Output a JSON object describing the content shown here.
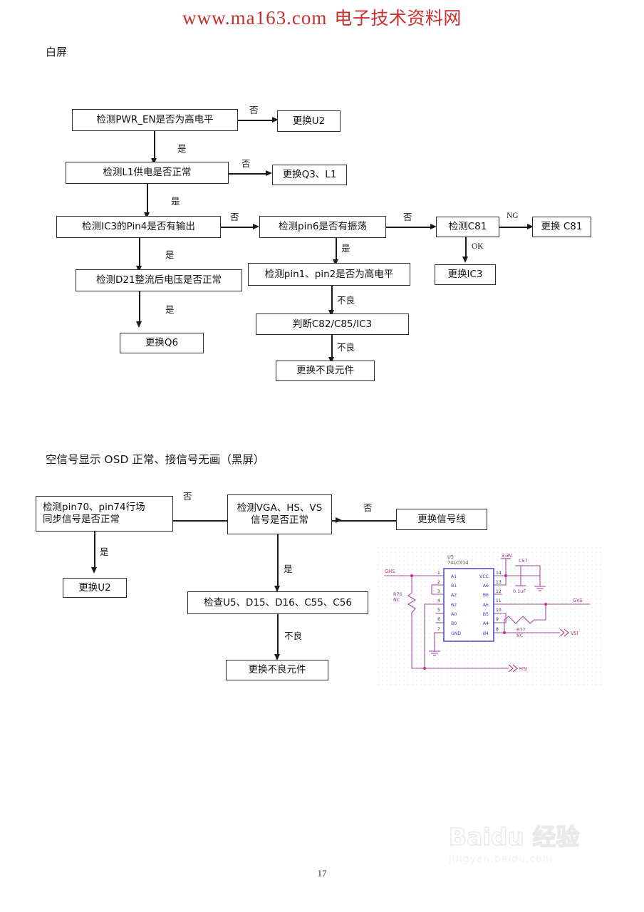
{
  "header": {
    "url": "www.ma163.com",
    "site_name": "电子技术资料网",
    "color": "#c7302b"
  },
  "sections": [
    {
      "title": "白屏"
    },
    {
      "title": "空信号显示 OSD 正常、接信号无画（黑屏）"
    }
  ],
  "flowchart1": {
    "nodes": {
      "pwr_en": "检测PWR_EN是否为高电平",
      "replace_u2": "更换U2",
      "l1_power": "检测L1供电是否正常",
      "replace_q3_l1": "更换Q3、L1",
      "ic3_pin4": "检测IC3的Pin4是否有输出",
      "pin6_osc": "检测pin6是否有振荡",
      "check_c81": "检测C81",
      "replace_c81": "更换 C81",
      "replace_ic3": "更换IC3",
      "d21_volt": "检测D21整流后电压是否正常",
      "pin1_pin2": "检测pin1、pin2是否为高电平",
      "replace_q6": "更换Q6",
      "judge_c82": "判断C82/C85/IC3",
      "replace_bad": "更换不良元件"
    },
    "edges": {
      "no_1": "否",
      "yes_1": "是",
      "no_2": "否",
      "yes_2": "是",
      "no_3": "否",
      "yes_3": "是",
      "no_4": "否",
      "yes_4": "是",
      "yes_5": "是",
      "ng": "NG",
      "ok": "OK",
      "bad_1": "不良",
      "bad_2": "不良"
    }
  },
  "flowchart2": {
    "nodes": {
      "pin70_pin74": "检测pin70、pin74行场\n同步信号是否正常",
      "vga_hs_vs": "检测VGA、HS、VS\n信号是否正常",
      "replace_cable": "更换信号线",
      "replace_u2": "更换U2",
      "check_parts": "检查U5、D15、D16、C55、C56",
      "replace_bad": "更换不良元件"
    },
    "edges": {
      "no_1": "否",
      "no_2": "否",
      "yes_1": "是",
      "yes_2": "是",
      "bad_1": "不良"
    }
  },
  "schematic": {
    "ic": {
      "refdes": "U5",
      "part": "74LCX14"
    },
    "left_pins": [
      {
        "num": "1",
        "name": "A1"
      },
      {
        "num": "2",
        "name": "B1"
      },
      {
        "num": "3",
        "name": "A2"
      },
      {
        "num": "4",
        "name": "B2"
      },
      {
        "num": "5",
        "name": "A0"
      },
      {
        "num": "6",
        "name": "B0"
      },
      {
        "num": "7",
        "name": "GND"
      }
    ],
    "right_pins": [
      {
        "num": "14",
        "name": "VCC"
      },
      {
        "num": "13",
        "name": "A6"
      },
      {
        "num": "12",
        "name": "B6"
      },
      {
        "num": "11",
        "name": "A6"
      },
      {
        "num": "10",
        "name": "B5"
      },
      {
        "num": "9",
        "name": "A4"
      },
      {
        "num": "8",
        "name": "B4"
      }
    ],
    "components": [
      {
        "refdes": "R76",
        "value": "NC"
      },
      {
        "refdes": "R77",
        "value": "NC"
      },
      {
        "refdes": "C57",
        "value": "0.1uF"
      }
    ],
    "nets": [
      "GHS",
      "GVS",
      "HSI",
      "VSI"
    ],
    "power": "3.3V",
    "wire_color": "#a64ca6",
    "ic_outline_color": "#3b3bbf",
    "label_color": "#b0306a"
  },
  "footer": {
    "page_number": "17",
    "watermark_main": "Baidu 经验",
    "watermark_sub": "jingyan.baidu.com"
  }
}
